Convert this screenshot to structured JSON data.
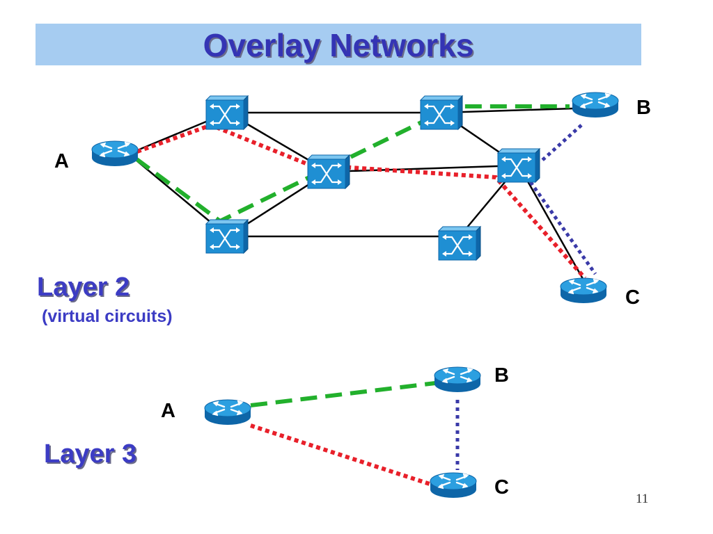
{
  "title": "Overlay Networks",
  "layer2": {
    "label": "Layer 2",
    "sublabel": "(virtual circuits)",
    "node_labels": {
      "A": "A",
      "B": "B",
      "C": "C"
    }
  },
  "layer3": {
    "label": "Layer 3",
    "node_labels": {
      "A": "A",
      "B": "B",
      "C": "C"
    }
  },
  "page_number": "11",
  "colors": {
    "title_bar": "#a6ccf1",
    "title_text": "#3434b4",
    "label_text": "#3c3cc4",
    "device_blue": "#1d8bd1",
    "link_black": "#000000",
    "path_red": "#e8202a",
    "path_green": "#22b02c",
    "path_blue": "#3a3aa8"
  },
  "legend_semantics": {
    "red_dotted": "virtual circuit A-C",
    "green_dashed": "virtual circuit A-B",
    "blue_dotted": "virtual circuit B-C"
  }
}
